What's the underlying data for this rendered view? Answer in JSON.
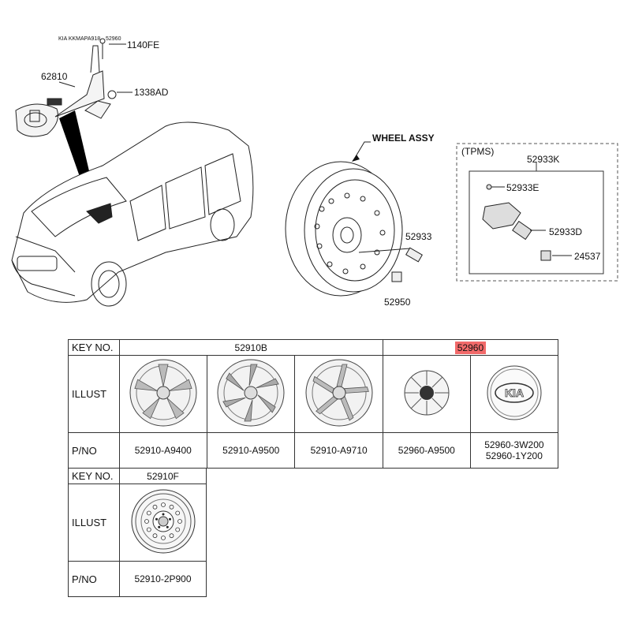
{
  "callouts": {
    "catalog_code": "KIA KKMAPA918",
    "c_52960_top": "52960",
    "c_1140fe": "1140FE",
    "c_62810": "62810",
    "c_1338ad": "1338AD",
    "wheel_assy": "WHEEL ASSY",
    "c_52933": "52933",
    "c_52950": "52950",
    "tpms": "(TPMS)",
    "c_52933k": "52933K",
    "c_52933e": "52933E",
    "c_52933d": "52933D",
    "c_24537": "24537"
  },
  "table1": {
    "key_no_label": "KEY NO.",
    "illust_label": "ILLUST",
    "pno_label": "P/NO",
    "group_a": "52910B",
    "group_b": "52960",
    "parts": [
      "52910-A9400",
      "52910-A9500",
      "52910-A9710",
      "52960-A9500",
      "52960-3W200",
      "52960-1Y200"
    ],
    "highlight_color": "#f26a6a"
  },
  "table2": {
    "key_no_label": "KEY NO.",
    "illust_label": "ILLUST",
    "pno_label": "P/NO",
    "group": "52910F",
    "part": "52910-2P900"
  },
  "emblem_text": "KIA"
}
